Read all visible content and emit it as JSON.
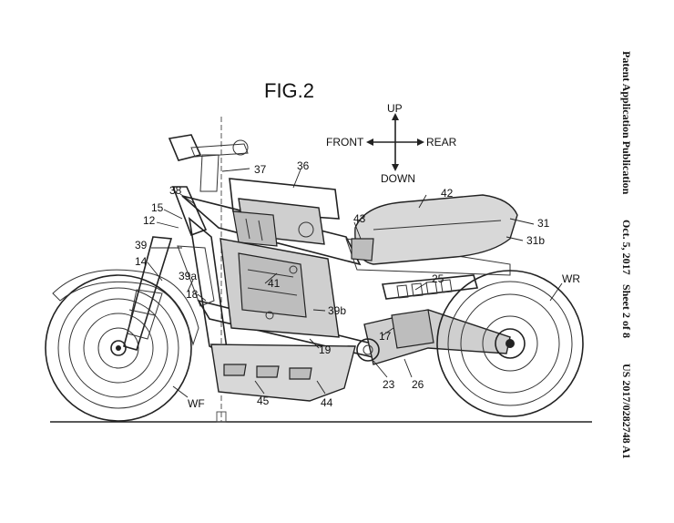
{
  "figure": {
    "title": "FIG.2"
  },
  "header": {
    "publication": "Patent Application Publication",
    "date": "Oct. 5, 2017",
    "sheet": "Sheet 2 of 8",
    "number": "US 2017/0282748 A1"
  },
  "directions": {
    "up": "UP",
    "down": "DOWN",
    "front": "FRONT",
    "rear": "REAR"
  },
  "labels": {
    "l37": "37",
    "l36": "36",
    "l38": "38",
    "l15": "15",
    "l12": "12",
    "l42": "42",
    "l43": "43",
    "l31": "31",
    "l31b": "31b",
    "l39": "39",
    "l14": "14",
    "l39a": "39a",
    "l18": "18",
    "l41": "41",
    "l39b": "39b",
    "l25": "25",
    "lWR": "WR",
    "l17": "17",
    "l19": "19",
    "l23": "23",
    "l26": "26",
    "lWF": "WF",
    "l45": "45",
    "l44": "44"
  }
}
